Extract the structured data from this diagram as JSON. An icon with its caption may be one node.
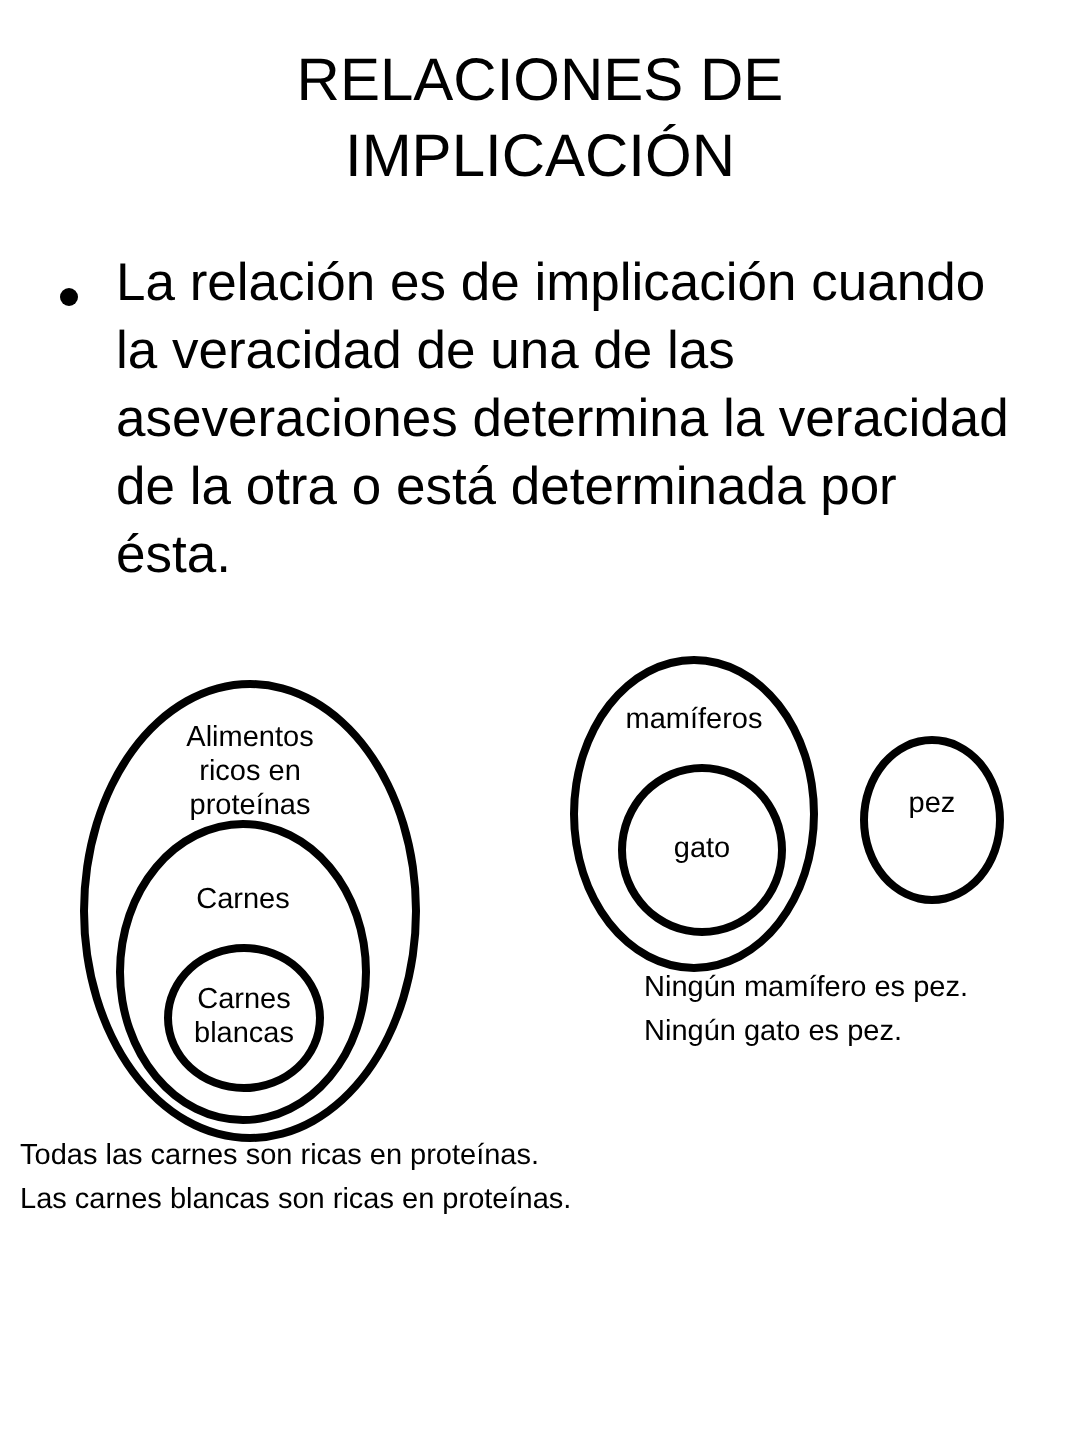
{
  "diagram": {
    "title": "RELACIONES DE IMPLICACIÓN",
    "nodes": [
      {
        "text": [
          "Alimentos ricos en proteínas"
        ]
      },
      {
        "text": [
          "Carnes"
        ],
        "in": 0
      },
      {
        "text": [
          "Carnes blancas"
        ],
        "in": 1
      },
      {
        "text": [
          "mamíferos"
        ]
      },
      {
        "text": [
          "gato"
        ],
        "in": 3
      },
      {
        "text": [
          "pez"
        ]
      }
    ],
    "labels": [
      "La relación es de implicación cuando la veracidad de una de las aseveraciones determina la veracidad de la otra o está determinada por ésta.",
      "Todas las carnes son ricas en proteínas.",
      "Las carnes blancas son ricas en proteínas.",
      "Ningún mamífero es pez.",
      "Ningún gato es pez."
    ]
  }
}
